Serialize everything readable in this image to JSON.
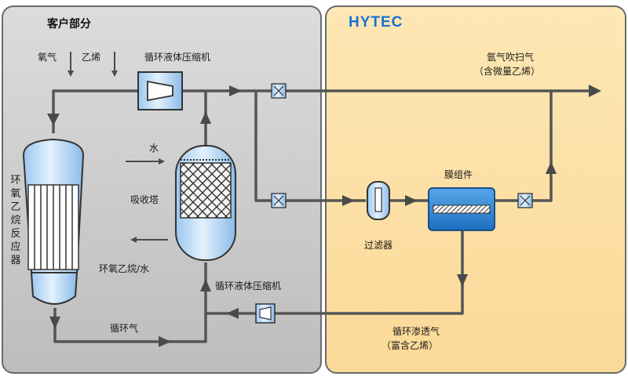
{
  "customer_section": {
    "title": "客户部分",
    "feed_oxygen": "氧气",
    "feed_ethylene": "乙烯",
    "compressor_top": "循环液体压缩机",
    "water": "水",
    "absorber": "吸收塔",
    "eo_water": "环氧乙烷/水",
    "reactor": "环氧乙烷反应器",
    "compressor_bottom": "循环液体压缩机",
    "recycle_gas": "循环气"
  },
  "hytec_section": {
    "brand": "HYTEC",
    "purge_line1": "氩气吹扫气",
    "purge_line2": "（含微量乙烯）",
    "membrane": "膜组件",
    "filter": "过滤器",
    "permeate_line1": "循环渗透气",
    "permeate_line2": "（富含乙烯）"
  },
  "colors": {
    "left_panel": "#c8c8c8",
    "right_panel": "#fde3a7",
    "equipment": "#b8d8f6",
    "membrane_blue": "#2f86d8",
    "pipe": "#555555"
  }
}
